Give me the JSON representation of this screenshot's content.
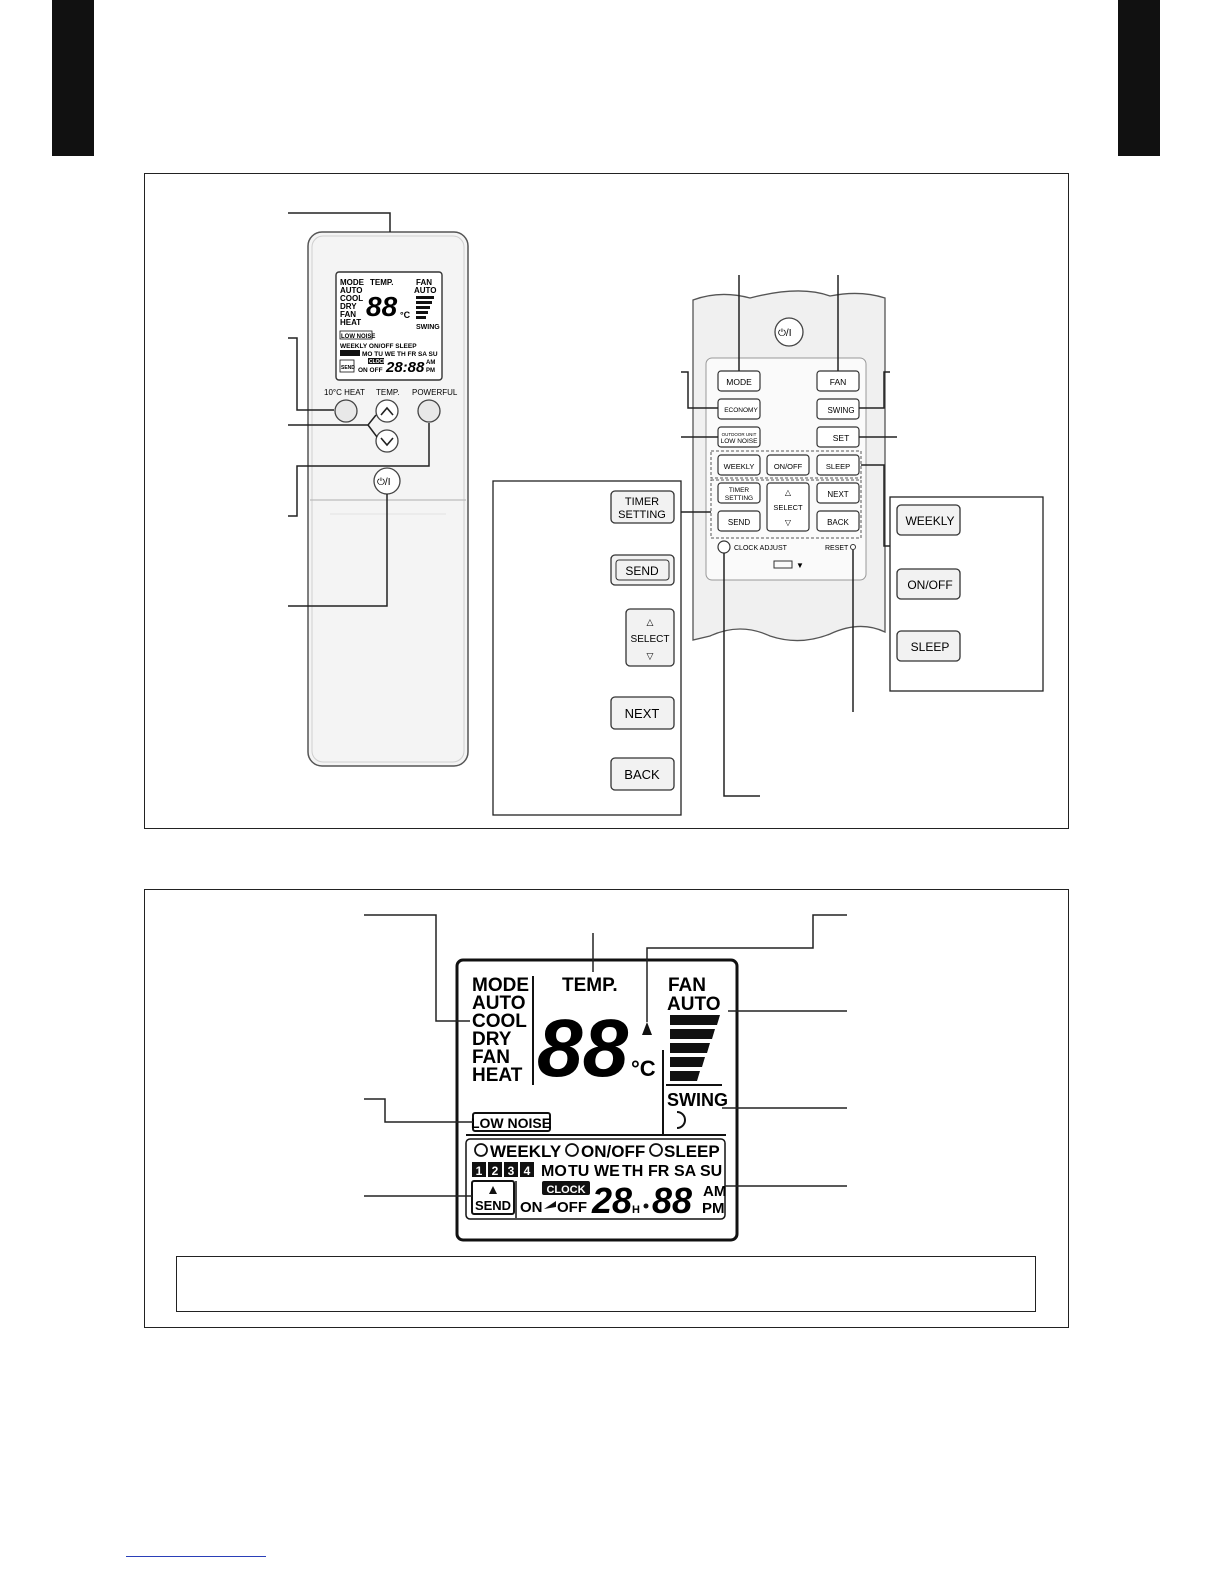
{
  "remote_main": {
    "display": {
      "mode_lines": [
        "MODE",
        "AUTO",
        "COOL",
        "DRY",
        "FAN",
        "HEAT"
      ],
      "temp_label": "TEMP.",
      "digits": "88",
      "unit": "°C",
      "fan_lines": [
        "FAN",
        "AUTO"
      ],
      "swing_label": "SWING",
      "low_noise": "LOW NOISE",
      "timer_row": "WEEKLY ON/OFF SLEEP",
      "days_row": "MO TU WE TH FR SA SU",
      "send": "SEND",
      "clock_badge": "CLOCK",
      "on_off": "ON OFF",
      "clock_digits": "28:88",
      "am": "AM",
      "pm": "PM"
    },
    "heat_label": "10°C HEAT",
    "temp_label": "TEMP.",
    "powerful_label": "POWERFUL",
    "power_symbol": "⏻/I"
  },
  "remote_panel": {
    "power_symbol": "⏻/I",
    "mode": "MODE",
    "fan": "FAN",
    "economy": "ECONOMY",
    "swing": "SWING",
    "outdoor_unit": "OUTDOOR UNIT",
    "low_noise": "LOW NOISE",
    "set": "SET",
    "weekly": "WEEKLY",
    "on_off": "ON/OFF",
    "sleep": "SLEEP",
    "timer_setting_1": "TIMER",
    "timer_setting_2": "SETTING",
    "select": "SELECT",
    "next": "NEXT",
    "send": "SEND",
    "back": "BACK",
    "clock_adjust": "CLOCK ADJUST",
    "reset": "RESET"
  },
  "timer_callout": {
    "timer_1": "TIMER",
    "timer_2": "SETTING",
    "send": "SEND",
    "select": "SELECT",
    "next": "NEXT",
    "back": "BACK"
  },
  "timer_mode_callout": {
    "weekly": "WEEKLY",
    "on_off": "ON/OFF",
    "sleep": "SLEEP"
  },
  "lcd": {
    "mode_lines": [
      "MODE",
      "AUTO",
      "COOL",
      "DRY",
      "FAN",
      "HEAT"
    ],
    "temp_label": "TEMP.",
    "digits": "88",
    "unit": "°C",
    "fan": "FAN",
    "fan_auto": "AUTO",
    "swing": "SWING",
    "low_noise": "LOW NOISE",
    "weekly": "WEEKLY",
    "on_off": "ON/OFF",
    "sleep": "SLEEP",
    "program_numbers": [
      "1",
      "2",
      "3",
      "4"
    ],
    "days": [
      "MO",
      "TU",
      "WE",
      "TH",
      "FR",
      "SA",
      "SU"
    ],
    "send": "SEND",
    "clock_badge": "CLOCK",
    "on": "ON",
    "off": "OFF",
    "clock_hours": "28",
    "hour_suffix": "H",
    "clock_minutes": "88",
    "am": "AM",
    "pm": "PM"
  },
  "colors": {
    "ink": "#111111",
    "remote_body": "#f2f2f2",
    "lcd_bg": "#ffffff",
    "link": "#2a3fb8"
  }
}
